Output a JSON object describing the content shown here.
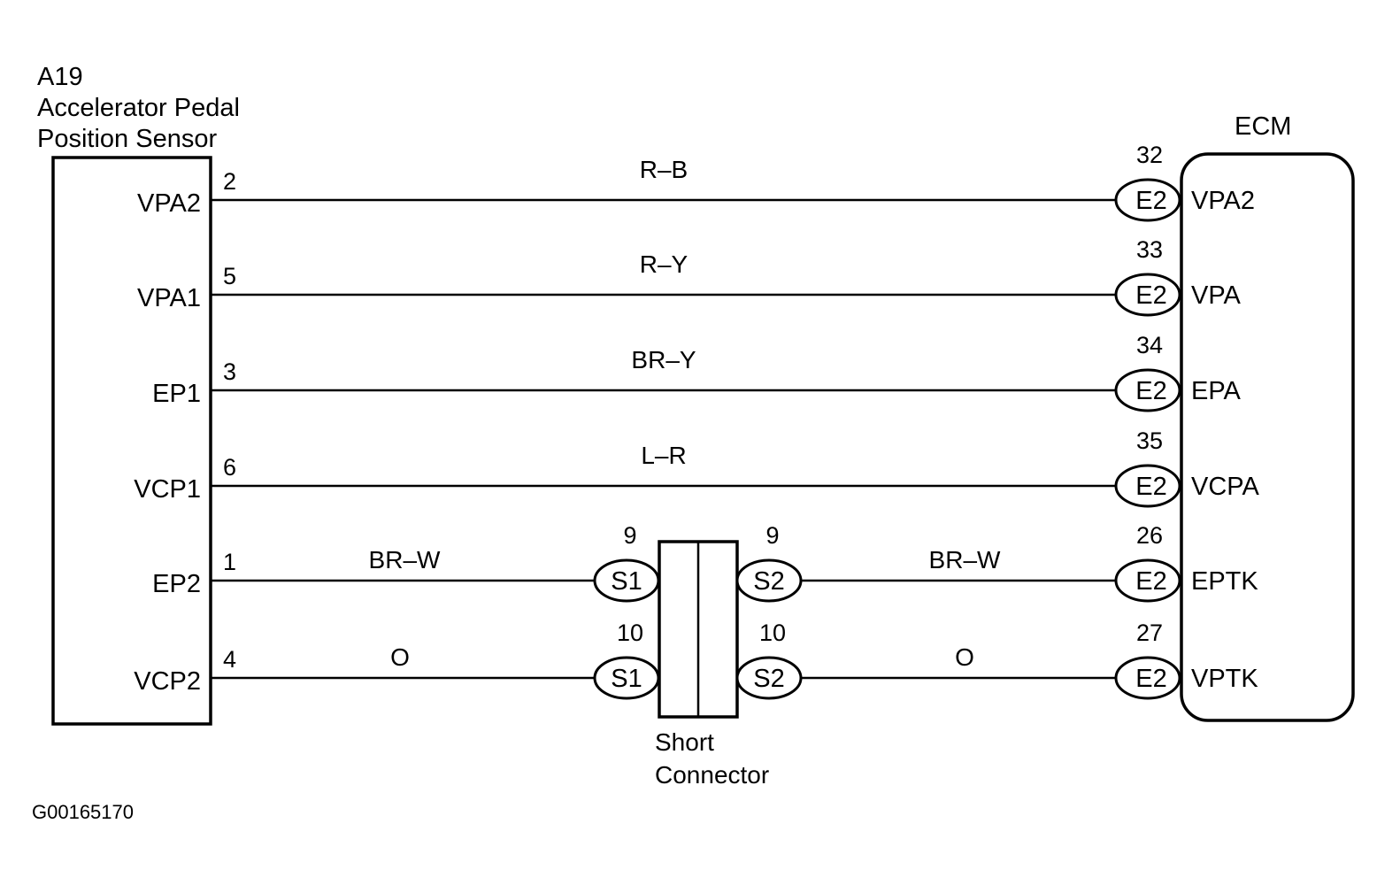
{
  "sensor": {
    "id": "A19",
    "name_line1": "Accelerator Pedal",
    "name_line2": "Position Sensor"
  },
  "ecm": {
    "name": "ECM"
  },
  "short_connector": {
    "label_line1": "Short",
    "label_line2": "Connector"
  },
  "figure_id": "G00165170",
  "circuits": [
    {
      "sensor_pin_name": "VPA2",
      "sensor_pin": "2",
      "wire_color": "R–B",
      "ecm_connector": "E2",
      "ecm_pin": "32",
      "ecm_pin_name": "VPA2",
      "via_short_connector": false
    },
    {
      "sensor_pin_name": "VPA1",
      "sensor_pin": "5",
      "wire_color": "R–Y",
      "ecm_connector": "E2",
      "ecm_pin": "33",
      "ecm_pin_name": "VPA",
      "via_short_connector": false
    },
    {
      "sensor_pin_name": "EP1",
      "sensor_pin": "3",
      "wire_color": "BR–Y",
      "ecm_connector": "E2",
      "ecm_pin": "34",
      "ecm_pin_name": "EPA",
      "via_short_connector": false
    },
    {
      "sensor_pin_name": "VCP1",
      "sensor_pin": "6",
      "wire_color": "L–R",
      "ecm_connector": "E2",
      "ecm_pin": "35",
      "ecm_pin_name": "VCPA",
      "via_short_connector": false
    },
    {
      "sensor_pin_name": "EP2",
      "sensor_pin": "1",
      "wire_color": "BR–W",
      "ecm_connector": "E2",
      "ecm_pin": "26",
      "ecm_pin_name": "EPTK",
      "via_short_connector": true,
      "sc_in": {
        "connector": "S1",
        "pin": "9"
      },
      "sc_out": {
        "connector": "S2",
        "pin": "9"
      },
      "wire_color_out": "BR–W"
    },
    {
      "sensor_pin_name": "VCP2",
      "sensor_pin": "4",
      "wire_color": "O",
      "ecm_connector": "E2",
      "ecm_pin": "27",
      "ecm_pin_name": "VPTK",
      "via_short_connector": true,
      "sc_in": {
        "connector": "S1",
        "pin": "10"
      },
      "sc_out": {
        "connector": "S2",
        "pin": "10"
      },
      "wire_color_out": "O"
    }
  ]
}
